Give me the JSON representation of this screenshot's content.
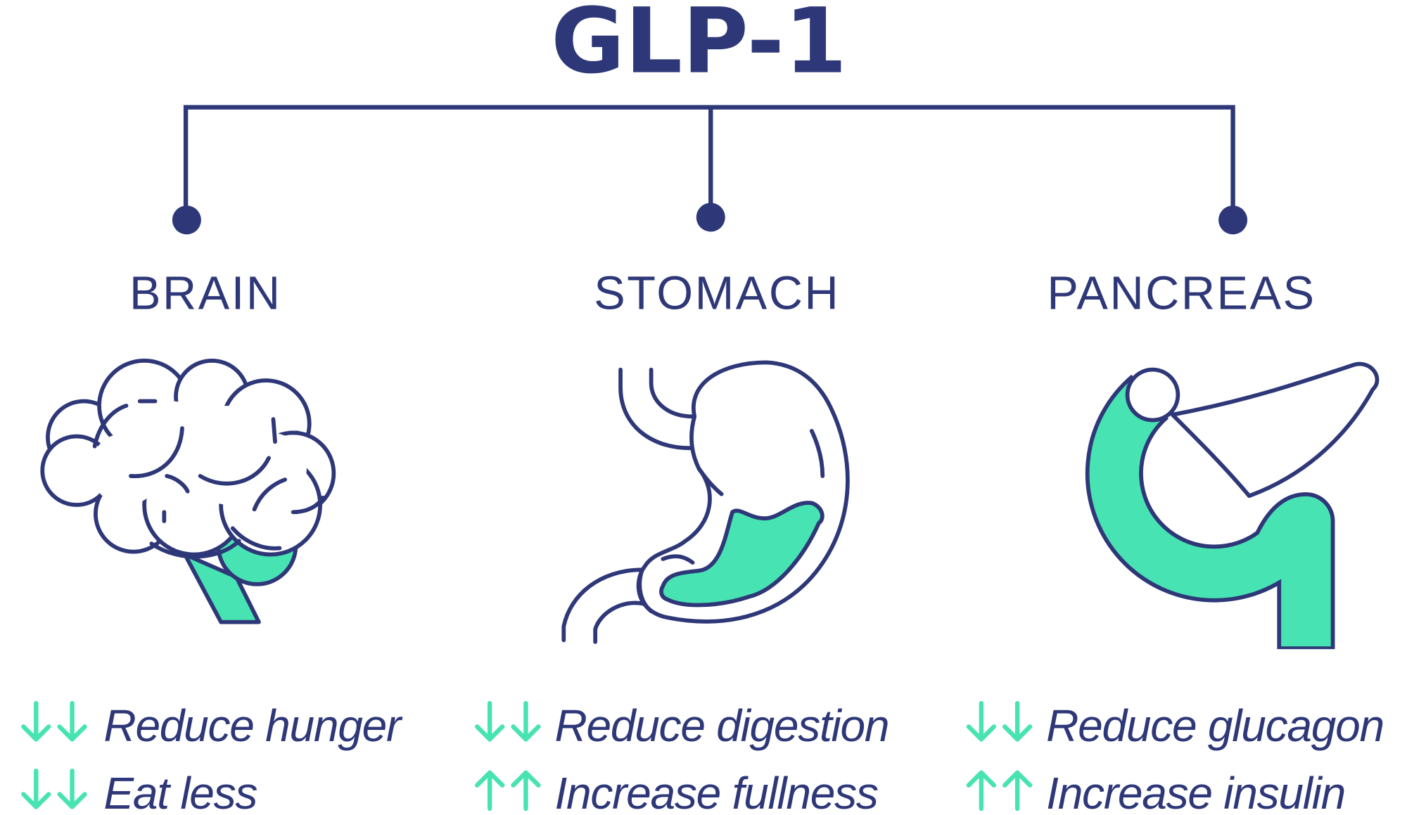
{
  "title": "GLP-1",
  "colors": {
    "navy": "#2e3878",
    "green": "#48e3b2"
  },
  "organs": [
    {
      "name": "BRAIN",
      "icon": "brain-icon",
      "effects": [
        {
          "direction": "down",
          "text": "Reduce hunger"
        },
        {
          "direction": "down",
          "text": "Eat less"
        }
      ]
    },
    {
      "name": "STOMACH",
      "icon": "stomach-icon",
      "effects": [
        {
          "direction": "down",
          "text": "Reduce digestion"
        },
        {
          "direction": "up",
          "text": "Increase fullness"
        }
      ]
    },
    {
      "name": "PANCREAS",
      "icon": "pancreas-icon",
      "effects": [
        {
          "direction": "down",
          "text": "Reduce glucagon"
        },
        {
          "direction": "up",
          "text": "Increase insulin"
        }
      ]
    }
  ]
}
